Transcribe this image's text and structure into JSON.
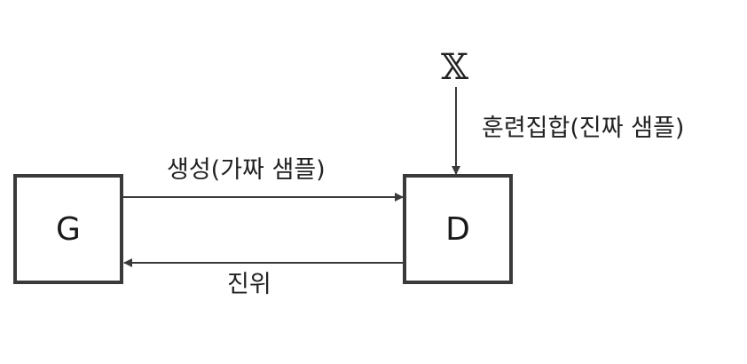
{
  "diagram": {
    "generator_label": "G",
    "discriminator_label": "D",
    "input_symbol": "𝕏",
    "training_set_label": "훈련집합(진짜 샘플)",
    "generate_label": "생성(가짜 샘플)",
    "truth_label": "진위"
  }
}
